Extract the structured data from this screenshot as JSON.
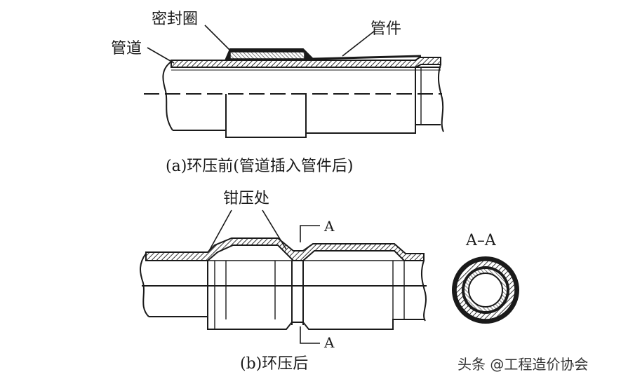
{
  "colors": {
    "ink": "#1a1a1a",
    "paper": "#ffffff",
    "hatch": "#555555"
  },
  "figure_a": {
    "label_seal": "密封圈",
    "label_pipe": "管道",
    "label_fitting": "管件",
    "caption": "(a)环压前(管道插入管件后)"
  },
  "figure_b": {
    "label_crimp": "钳压处",
    "section_mark_top": "A",
    "section_mark_bottom": "A",
    "section_title": "A–A",
    "caption": "(b)环压后"
  },
  "watermark": "头条 @工程造价协会"
}
